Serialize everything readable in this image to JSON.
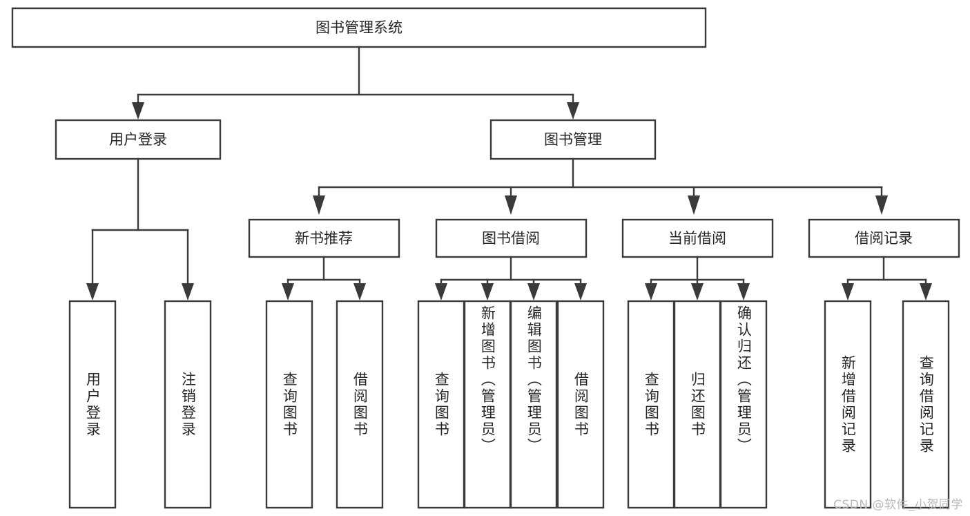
{
  "diagram": {
    "title": "图书管理系统",
    "type": "hierarchy-tree",
    "root": {
      "id": "root",
      "label": "图书管理系统",
      "orientation": "horizontal"
    },
    "level2": [
      {
        "id": "user-login",
        "label": "用户登录",
        "orientation": "horizontal"
      },
      {
        "id": "book-manage",
        "label": "图书管理",
        "orientation": "horizontal"
      }
    ],
    "level3": [
      {
        "id": "new-book-recommend",
        "label": "新书推荐",
        "orientation": "horizontal",
        "parent": "book-manage"
      },
      {
        "id": "book-borrow",
        "label": "图书借阅",
        "orientation": "horizontal",
        "parent": "book-manage"
      },
      {
        "id": "current-borrow",
        "label": "当前借阅",
        "orientation": "horizontal",
        "parent": "book-manage"
      },
      {
        "id": "borrow-record",
        "label": "借阅记录",
        "orientation": "horizontal",
        "parent": "book-manage"
      }
    ],
    "leaves": [
      {
        "id": "leaf-user-login",
        "label": "用户登录",
        "parent": "user-login",
        "orientation": "vertical"
      },
      {
        "id": "leaf-user-logout",
        "label": "注销登录",
        "parent": "user-login",
        "orientation": "vertical"
      },
      {
        "id": "leaf-query-book-1",
        "label": "查询图书",
        "parent": "new-book-recommend",
        "orientation": "vertical"
      },
      {
        "id": "leaf-borrow-book-1",
        "label": "借阅图书",
        "parent": "new-book-recommend",
        "orientation": "vertical"
      },
      {
        "id": "leaf-query-book-2",
        "label": "查询图书",
        "parent": "book-borrow",
        "orientation": "vertical"
      },
      {
        "id": "leaf-add-book",
        "label": "新增图书（管理员）",
        "parent": "book-borrow",
        "orientation": "vertical"
      },
      {
        "id": "leaf-edit-book",
        "label": "编辑图书（管理员）",
        "parent": "book-borrow",
        "orientation": "vertical"
      },
      {
        "id": "leaf-borrow-book-2",
        "label": "借阅图书",
        "parent": "book-borrow",
        "orientation": "vertical"
      },
      {
        "id": "leaf-query-book-3",
        "label": "查询图书",
        "parent": "current-borrow",
        "orientation": "vertical"
      },
      {
        "id": "leaf-return-book",
        "label": "归还图书",
        "parent": "current-borrow",
        "orientation": "vertical"
      },
      {
        "id": "leaf-confirm-return",
        "label": "确认归还（管理员）",
        "parent": "current-borrow",
        "orientation": "vertical"
      },
      {
        "id": "leaf-add-record",
        "label": "新增借阅记录",
        "parent": "borrow-record",
        "orientation": "vertical"
      },
      {
        "id": "leaf-query-record",
        "label": "查询借阅记录",
        "parent": "borrow-record",
        "orientation": "vertical"
      }
    ],
    "colors": {
      "stroke": "#3a3a3a",
      "fill": "#ffffff",
      "text": "#262626",
      "background": "#ffffff",
      "watermark": "#b9b9b9"
    }
  },
  "watermark": {
    "text": "CSDN @软件_小贺同学"
  }
}
